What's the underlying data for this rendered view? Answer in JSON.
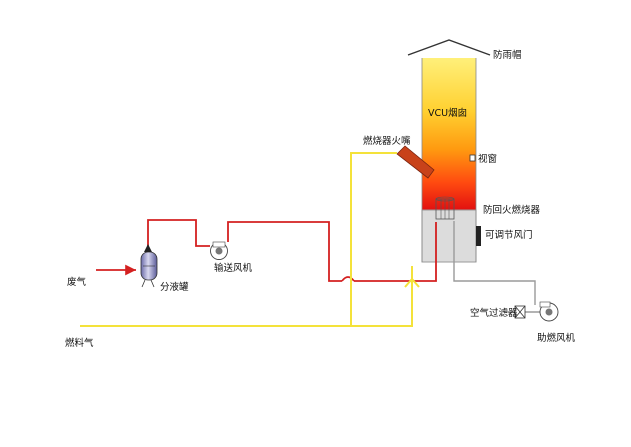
{
  "labels": {
    "rain_cap": "防雨帽",
    "vcu_stack": "VCU烟囱",
    "burner_nozzle": "燃烧器火嘴",
    "sight_window": "视窗",
    "flame_arrestor_burner": "防回火燃烧器",
    "adjustable_damper": "可调节风门",
    "waste_gas": "废气",
    "separator_tank": "分液罐",
    "transfer_fan": "输送风机",
    "fuel_gas": "燃料气",
    "air_filter": "空气过滤器",
    "combustion_fan": "助燃风机"
  },
  "colors": {
    "waste_gas_line": "#d42020",
    "fuel_gas_line": "#ffff55",
    "air_line": "#9a9a9a",
    "stack_top": "#ffeb70",
    "stack_bottom": "#e01010",
    "base": "#dcdcdc"
  }
}
